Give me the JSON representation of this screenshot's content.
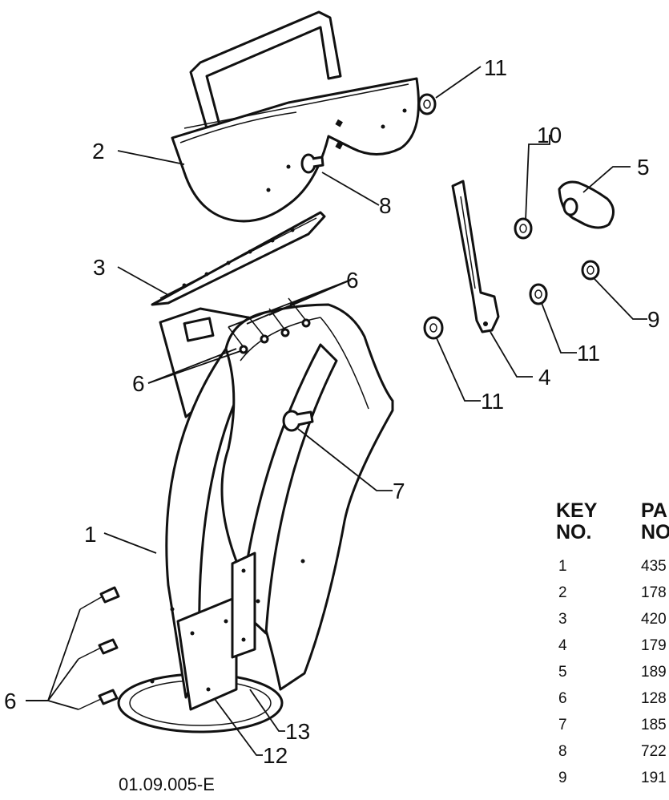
{
  "callouts": {
    "c1": "1",
    "c2": "2",
    "c3": "3",
    "c4": "4",
    "c5": "5",
    "c6a": "6",
    "c6b": "6",
    "c6c": "6",
    "c7": "7",
    "c8": "8",
    "c9": "9",
    "c10": "10",
    "c11a": "11",
    "c11b": "11",
    "c11c": "11",
    "c12": "12",
    "c13": "13"
  },
  "figure_id": "01.09.005-E",
  "parts_table": {
    "header_key_line1": "KEY",
    "header_key_line2": "NO.",
    "header_part_line1": "PA",
    "header_part_line2": "NO",
    "rows": [
      {
        "key": "1",
        "part": "435"
      },
      {
        "key": "2",
        "part": "178"
      },
      {
        "key": "3",
        "part": "420"
      },
      {
        "key": "4",
        "part": "179"
      },
      {
        "key": "5",
        "part": "189"
      },
      {
        "key": "6",
        "part": "128"
      },
      {
        "key": "7",
        "part": "185"
      },
      {
        "key": "8",
        "part": "722"
      },
      {
        "key": "9",
        "part": "191"
      }
    ]
  }
}
